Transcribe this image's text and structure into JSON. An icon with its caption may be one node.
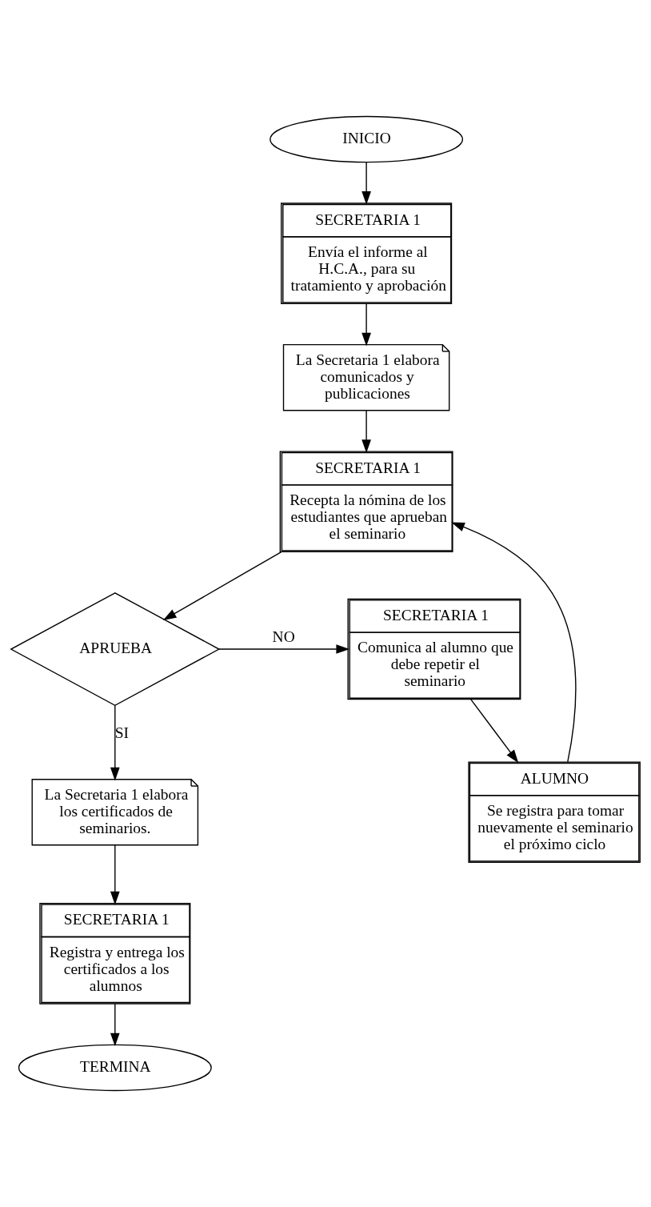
{
  "diagram": {
    "nodes": [
      {
        "text": [
          "INICIO"
        ]
      },
      {
        "text": [
          "SECRETARIA 1",
          "Envía el informe al H.C.A., para su tratamiento y aprobación"
        ]
      },
      {
        "text": [
          "La Secretaria 1 elabora comunicados y publicaciones"
        ]
      },
      {
        "text": [
          "SECRETARIA 1",
          "Recepta la nómina de los estudiantes que aprueban el seminario"
        ]
      },
      {
        "text": [
          "APRUEBA"
        ]
      },
      {
        "text": [
          "SECRETARIA 1",
          "Comunica al alumno que debe repetir el seminario"
        ]
      },
      {
        "text": [
          "ALUMNO",
          "Se registra para tomar nuevamente el seminario el próximo ciclo"
        ]
      },
      {
        "text": [
          "La Secretaria 1 elabora los certificados de seminarios."
        ]
      },
      {
        "text": [
          "SECRETARIA 1",
          "Registra y entrega los certificados a los alumnos"
        ]
      },
      {
        "text": [
          "TERMINA"
        ]
      }
    ],
    "edges": [
      {
        "from": 0,
        "to": 1,
        "arrow": "to"
      },
      {
        "from": 1,
        "to": 2,
        "arrow": "to"
      },
      {
        "from": 2,
        "to": 3,
        "arrow": "to"
      },
      {
        "from": 3,
        "to": 4,
        "arrow": "to"
      },
      {
        "from": 4,
        "to": 5,
        "arrow": "to",
        "label": "NO"
      },
      {
        "from": 5,
        "to": 6,
        "arrow": "to"
      },
      {
        "from": 6,
        "to": 3,
        "arrow": "to"
      },
      {
        "from": 4,
        "to": 7,
        "arrow": "to",
        "label": "SI"
      },
      {
        "from": 7,
        "to": 8,
        "arrow": "to"
      },
      {
        "from": 8,
        "to": 9,
        "arrow": "to"
      }
    ]
  }
}
